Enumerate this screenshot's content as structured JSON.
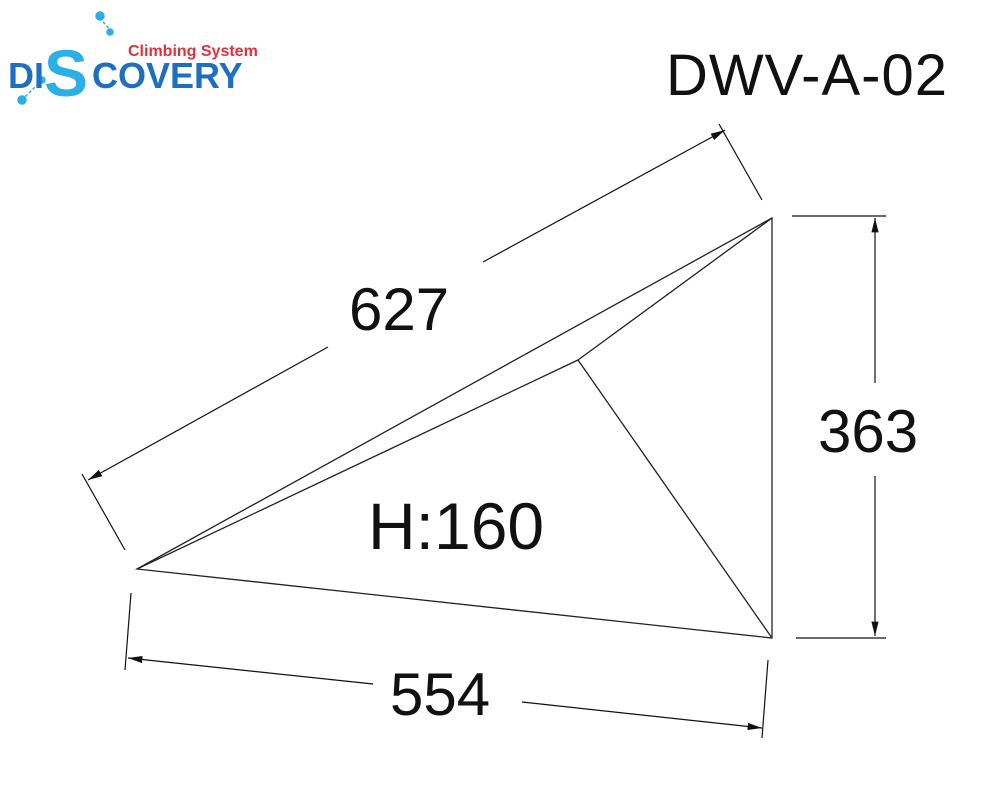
{
  "brand": {
    "name_left": "DI",
    "name_s": "S",
    "name_right": "COVERY",
    "tagline": "Climbing System",
    "colors": {
      "blue": "#1f6fc0",
      "cyan": "#2ab0e6",
      "red": "#e0303a"
    }
  },
  "model_code": "DWV-A-02",
  "dimensions": {
    "hypotenuse": "627",
    "right_side": "363",
    "bottom": "554",
    "height": "H:160"
  }
}
